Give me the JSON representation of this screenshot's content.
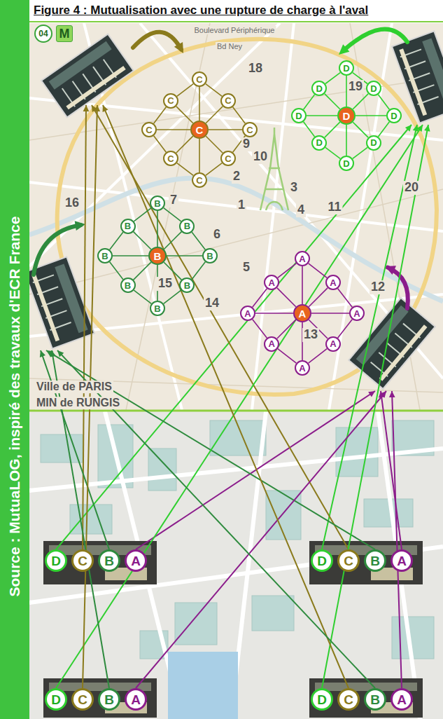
{
  "diagram": {
    "title": "Figure 4 : Mutualisation avec une rupture de charge à l'aval",
    "nodes": [
      {
        "text": [
          "04"
        ]
      },
      {
        "text": [
          "M"
        ]
      },
      {
        "text": [
          "C"
        ]
      },
      {
        "text": [
          "C"
        ]
      },
      {
        "text": [
          "C"
        ]
      },
      {
        "text": [
          "C"
        ]
      },
      {
        "text": [
          "C"
        ]
      },
      {
        "text": [
          "C"
        ]
      },
      {
        "text": [
          "C"
        ]
      },
      {
        "text": [
          "C"
        ]
      },
      {
        "text": [
          "C"
        ]
      },
      {
        "text": [
          "D"
        ]
      },
      {
        "text": [
          "D"
        ]
      },
      {
        "text": [
          "D"
        ]
      },
      {
        "text": [
          "D"
        ]
      },
      {
        "text": [
          "D"
        ]
      },
      {
        "text": [
          "D"
        ]
      },
      {
        "text": [
          "D"
        ]
      },
      {
        "text": [
          "D"
        ]
      },
      {
        "text": [
          "D"
        ]
      },
      {
        "text": [
          "B"
        ]
      },
      {
        "text": [
          "B"
        ]
      },
      {
        "text": [
          "B"
        ]
      },
      {
        "text": [
          "B"
        ]
      },
      {
        "text": [
          "B"
        ]
      },
      {
        "text": [
          "B"
        ]
      },
      {
        "text": [
          "B"
        ]
      },
      {
        "text": [
          "B"
        ]
      },
      {
        "text": [
          "B"
        ]
      },
      {
        "text": [
          "A"
        ]
      },
      {
        "text": [
          "A"
        ]
      },
      {
        "text": [
          "A"
        ]
      },
      {
        "text": [
          "A"
        ]
      },
      {
        "text": [
          "A"
        ]
      },
      {
        "text": [
          "A"
        ]
      },
      {
        "text": [
          "A"
        ]
      },
      {
        "text": [
          "A"
        ]
      },
      {
        "text": [
          "A"
        ]
      },
      {
        "text": [
          "D"
        ]
      },
      {
        "text": [
          "C"
        ]
      },
      {
        "text": [
          "B"
        ]
      },
      {
        "text": [
          "A"
        ]
      },
      {
        "text": [
          "D"
        ]
      },
      {
        "text": [
          "C"
        ]
      },
      {
        "text": [
          "B"
        ]
      },
      {
        "text": [
          "A"
        ]
      },
      {
        "text": [
          "D"
        ]
      },
      {
        "text": [
          "C"
        ]
      },
      {
        "text": [
          "B"
        ]
      },
      {
        "text": [
          "A"
        ]
      },
      {
        "text": [
          "D"
        ]
      },
      {
        "text": [
          "C"
        ]
      },
      {
        "text": [
          "B"
        ]
      },
      {
        "text": [
          "A"
        ]
      }
    ],
    "edges": [
      {
        "from": 2,
        "to": 3,
        "arrow": "none"
      },
      {
        "from": 2,
        "to": 4,
        "arrow": "none"
      },
      {
        "from": 2,
        "to": 5,
        "arrow": "none"
      },
      {
        "from": 2,
        "to": 6,
        "arrow": "none"
      },
      {
        "from": 2,
        "to": 7,
        "arrow": "none"
      },
      {
        "from": 2,
        "to": 8,
        "arrow": "none"
      },
      {
        "from": 2,
        "to": 9,
        "arrow": "none"
      },
      {
        "from": 2,
        "to": 10,
        "arrow": "none"
      },
      {
        "from": 3,
        "to": 4,
        "arrow": "none"
      },
      {
        "from": 4,
        "to": 5,
        "arrow": "none"
      },
      {
        "from": 5,
        "to": 6,
        "arrow": "none"
      },
      {
        "from": 6,
        "to": 7,
        "arrow": "none"
      },
      {
        "from": 7,
        "to": 8,
        "arrow": "none"
      },
      {
        "from": 8,
        "to": 9,
        "arrow": "none"
      },
      {
        "from": 9,
        "to": 10,
        "arrow": "none"
      },
      {
        "from": 10,
        "to": 3,
        "arrow": "none"
      },
      {
        "from": 11,
        "to": 12,
        "arrow": "none"
      },
      {
        "from": 11,
        "to": 13,
        "arrow": "none"
      },
      {
        "from": 11,
        "to": 14,
        "arrow": "none"
      },
      {
        "from": 11,
        "to": 15,
        "arrow": "none"
      },
      {
        "from": 11,
        "to": 16,
        "arrow": "none"
      },
      {
        "from": 11,
        "to": 17,
        "arrow": "none"
      },
      {
        "from": 11,
        "to": 18,
        "arrow": "none"
      },
      {
        "from": 11,
        "to": 19,
        "arrow": "none"
      },
      {
        "from": 12,
        "to": 13,
        "arrow": "none"
      },
      {
        "from": 13,
        "to": 14,
        "arrow": "none"
      },
      {
        "from": 14,
        "to": 15,
        "arrow": "none"
      },
      {
        "from": 15,
        "to": 16,
        "arrow": "none"
      },
      {
        "from": 16,
        "to": 17,
        "arrow": "none"
      },
      {
        "from": 17,
        "to": 18,
        "arrow": "none"
      },
      {
        "from": 18,
        "to": 19,
        "arrow": "none"
      },
      {
        "from": 19,
        "to": 12,
        "arrow": "none"
      },
      {
        "from": 20,
        "to": 21,
        "arrow": "none"
      },
      {
        "from": 20,
        "to": 22,
        "arrow": "none"
      },
      {
        "from": 20,
        "to": 23,
        "arrow": "none"
      },
      {
        "from": 20,
        "to": 24,
        "arrow": "none"
      },
      {
        "from": 20,
        "to": 25,
        "arrow": "none"
      },
      {
        "from": 20,
        "to": 26,
        "arrow": "none"
      },
      {
        "from": 20,
        "to": 27,
        "arrow": "none"
      },
      {
        "from": 20,
        "to": 28,
        "arrow": "none"
      },
      {
        "from": 21,
        "to": 22,
        "arrow": "none"
      },
      {
        "from": 22,
        "to": 23,
        "arrow": "none"
      },
      {
        "from": 23,
        "to": 24,
        "arrow": "none"
      },
      {
        "from": 24,
        "to": 25,
        "arrow": "none"
      },
      {
        "from": 25,
        "to": 26,
        "arrow": "none"
      },
      {
        "from": 26,
        "to": 27,
        "arrow": "none"
      },
      {
        "from": 27,
        "to": 28,
        "arrow": "none"
      },
      {
        "from": 28,
        "to": 21,
        "arrow": "none"
      },
      {
        "from": 29,
        "to": 30,
        "arrow": "none"
      },
      {
        "from": 29,
        "to": 31,
        "arrow": "none"
      },
      {
        "from": 29,
        "to": 32,
        "arrow": "none"
      },
      {
        "from": 29,
        "to": 33,
        "arrow": "none"
      },
      {
        "from": 29,
        "to": 34,
        "arrow": "none"
      },
      {
        "from": 29,
        "to": 35,
        "arrow": "none"
      },
      {
        "from": 29,
        "to": 36,
        "arrow": "none"
      },
      {
        "from": 29,
        "to": 37,
        "arrow": "none"
      },
      {
        "from": 30,
        "to": 31,
        "arrow": "none"
      },
      {
        "from": 31,
        "to": 32,
        "arrow": "none"
      },
      {
        "from": 32,
        "to": 33,
        "arrow": "none"
      },
      {
        "from": 33,
        "to": 34,
        "arrow": "none"
      },
      {
        "from": 34,
        "to": 35,
        "arrow": "none"
      },
      {
        "from": 35,
        "to": 36,
        "arrow": "none"
      },
      {
        "from": 36,
        "to": 37,
        "arrow": "none"
      },
      {
        "from": 37,
        "to": 30,
        "arrow": "none"
      }
    ],
    "labels": [
      "Source : MutuaLOG, inspiré des travaux d'ECR France",
      "Boulevard Périphérique",
      "Bd Ney",
      "18",
      "19",
      "9",
      "10",
      "2",
      "3",
      "1",
      "20",
      "16",
      "7",
      "6",
      "4",
      "11",
      "5",
      "12",
      "15",
      "13",
      "14",
      "Ville de PARIS",
      "MIN de RUNGIS"
    ]
  }
}
